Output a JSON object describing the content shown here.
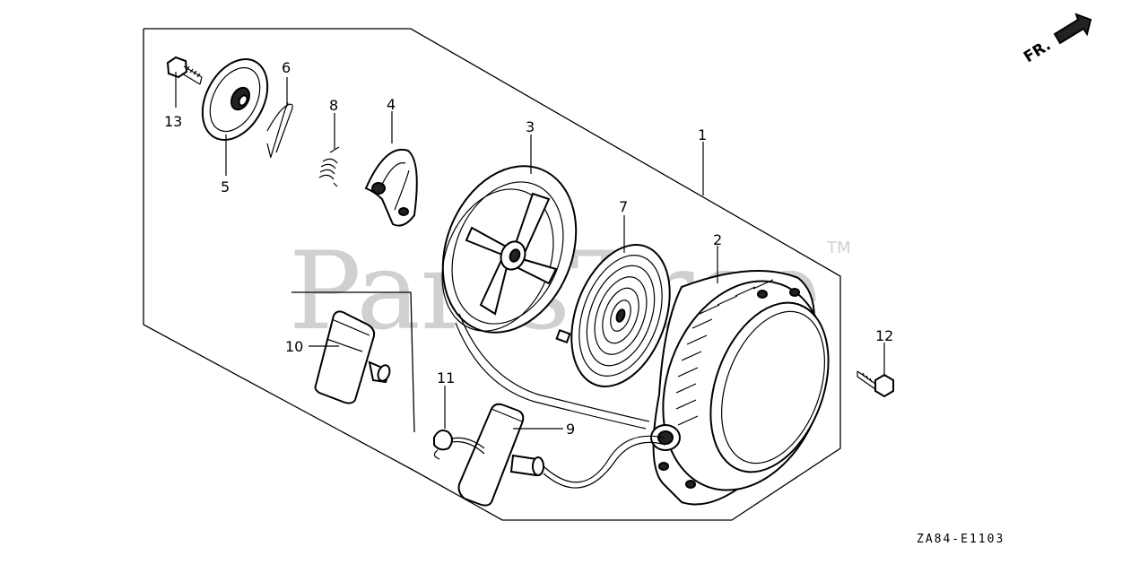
{
  "watermark": {
    "text": "PartsTree",
    "tm": "TM"
  },
  "direction_label": "FR.",
  "diagram_code": "ZA84-E1103",
  "callouts": [
    {
      "id": "1",
      "part": "recoil-starter-assembly"
    },
    {
      "id": "2",
      "part": "starter-case"
    },
    {
      "id": "3",
      "part": "reel"
    },
    {
      "id": "4",
      "part": "ratchet-guide"
    },
    {
      "id": "5",
      "part": "friction-plate"
    },
    {
      "id": "6",
      "part": "friction-spring"
    },
    {
      "id": "7",
      "part": "recoil-spring"
    },
    {
      "id": "8",
      "part": "ratchet-spring"
    },
    {
      "id": "9",
      "part": "starter-grip-rope"
    },
    {
      "id": "10",
      "part": "starter-grip"
    },
    {
      "id": "11",
      "part": "rope-knot"
    },
    {
      "id": "12",
      "part": "flange-bolt"
    },
    {
      "id": "13",
      "part": "setting-bolt"
    }
  ]
}
